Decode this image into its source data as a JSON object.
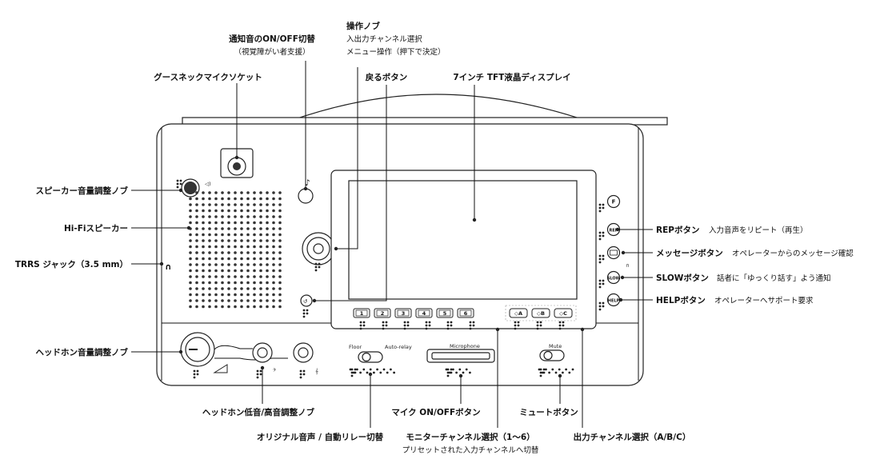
{
  "callouts": {
    "notify_toggle": {
      "title": "通知音のON/OFF切替",
      "sub": "（視覚障がい者支援）"
    },
    "operation_knob": {
      "title": "操作ノブ",
      "sub1": "入出力チャンネル選択",
      "sub2": "メニュー操作（押下で決定）"
    },
    "gooseneck": {
      "title": "グースネックマイクソケット"
    },
    "back_button": {
      "title": "戻るボタン"
    },
    "display": {
      "title": "7インチ TFT液晶ディスプレイ"
    },
    "speaker_volume": {
      "title": "スピーカー音量調整ノブ"
    },
    "hifi_speaker": {
      "title": "Hi-Fiスピーカー"
    },
    "trrs_jack": {
      "title": "TRRS ジャック（3.5 mm）"
    },
    "headphone_volume": {
      "title": "ヘッドホン音量調整ノブ"
    },
    "rep_button": {
      "title": "REPボタン",
      "sub": "入力音声をリピート（再生）"
    },
    "message_button": {
      "title": "メッセージボタン",
      "sub": "オペレーターからのメッセージ確認"
    },
    "slow_button": {
      "title": "SLOWボタン",
      "sub": "話者に「ゆっくり話す」よう通知"
    },
    "help_button": {
      "title": "HELPボタン",
      "sub": "オペレーターへサポート要求"
    },
    "tone_knobs": {
      "title": "ヘッドホン低音/高音調整ノブ"
    },
    "relay_switch": {
      "title": "オリジナル音声 / 自動リレー切替"
    },
    "mic_button": {
      "title": "マイク ON/OFFボタン"
    },
    "monitor_select": {
      "title": "モニターチャンネル選択（1～6）",
      "sub": "プリセットされた入力チャンネルへ切替"
    },
    "mute_button": {
      "title": "ミュートボタン"
    },
    "output_select": {
      "title": "出力チャンネル選択（A/B/C）"
    }
  },
  "device": {
    "channel_buttons": [
      "1",
      "2",
      "3",
      "4",
      "5",
      "6"
    ],
    "output_buttons": [
      "A",
      "B",
      "C"
    ],
    "switch_left": "Floor",
    "switch_right": "Auto-relay",
    "mic_label": "Microphone",
    "mute_label": "Mute",
    "side_buttons": [
      "F",
      "REP",
      "",
      "SLOW",
      "HELP"
    ]
  },
  "icons": {
    "note": "music-note-icon",
    "headphone": "headphone-icon",
    "bass": "bass-clef-icon",
    "treble": "treble-clef-icon",
    "volume": "volume-ramp-icon",
    "envelope": "envelope-icon",
    "back": "back-arrow-icon"
  }
}
